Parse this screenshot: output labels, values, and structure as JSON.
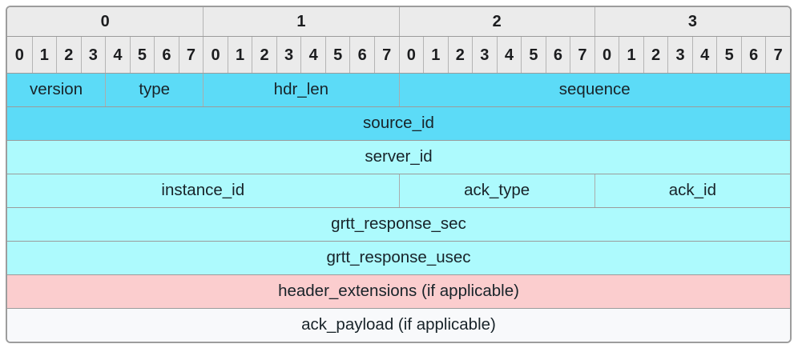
{
  "table": {
    "byte_headers": [
      "0",
      "1",
      "2",
      "3"
    ],
    "bit_headers": [
      "0",
      "1",
      "2",
      "3",
      "4",
      "5",
      "6",
      "7",
      "0",
      "1",
      "2",
      "3",
      "4",
      "5",
      "6",
      "7",
      "0",
      "1",
      "2",
      "3",
      "4",
      "5",
      "6",
      "7",
      "0",
      "1",
      "2",
      "3",
      "4",
      "5",
      "6",
      "7"
    ],
    "rows": [
      {
        "color": "dark",
        "fields": [
          {
            "label": "version",
            "bits": 4
          },
          {
            "label": "type",
            "bits": 4
          },
          {
            "label": "hdr_len",
            "bits": 8
          },
          {
            "label": "sequence",
            "bits": 16
          }
        ]
      },
      {
        "color": "dark",
        "fields": [
          {
            "label": "source_id",
            "bits": 32
          }
        ]
      },
      {
        "color": "light",
        "fields": [
          {
            "label": "server_id",
            "bits": 32
          }
        ]
      },
      {
        "color": "light",
        "fields": [
          {
            "label": "instance_id",
            "bits": 16
          },
          {
            "label": "ack_type",
            "bits": 8
          },
          {
            "label": "ack_id",
            "bits": 8
          }
        ]
      },
      {
        "color": "light",
        "fields": [
          {
            "label": "grtt_response_sec",
            "bits": 32
          }
        ]
      },
      {
        "color": "light",
        "fields": [
          {
            "label": "grtt_response_usec",
            "bits": 32
          }
        ]
      },
      {
        "color": "pink",
        "fields": [
          {
            "label": "header_extensions (if applicable)",
            "bits": 32
          }
        ]
      },
      {
        "color": "white",
        "fields": [
          {
            "label": "ack_payload (if applicable)",
            "bits": 32
          }
        ]
      }
    ],
    "colors": {
      "header": "#ebebeb",
      "dark": "#5cdbf7",
      "light": "#adfafd",
      "pink": "#fbcdce",
      "white": "#f8f9fb"
    }
  }
}
